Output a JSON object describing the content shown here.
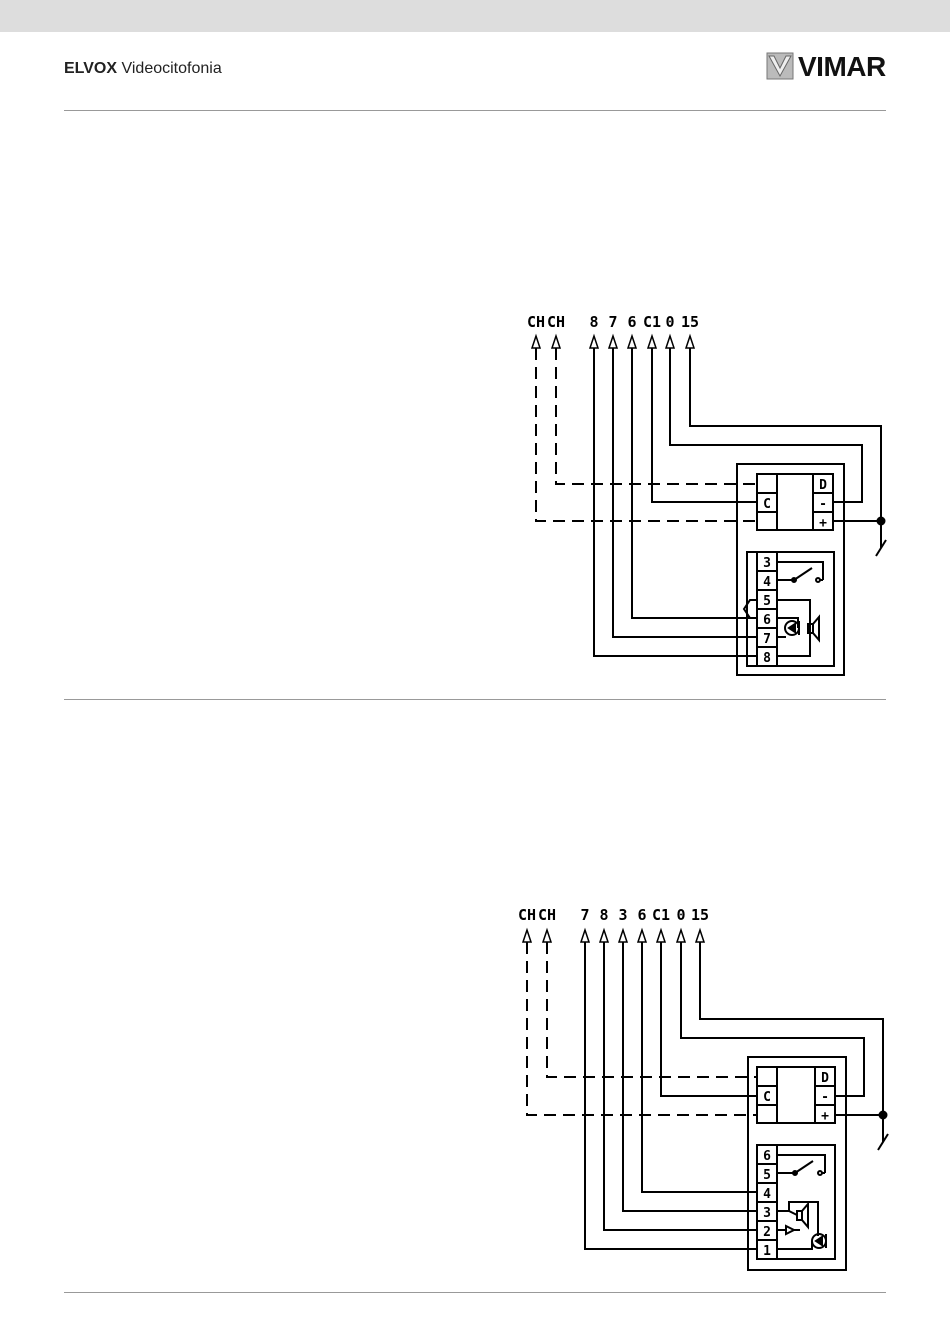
{
  "header": {
    "brand_bold": "ELVOX",
    "brand_rest": " Videocitofonia",
    "logo_text": "VIMAR"
  },
  "diagram1": {
    "terminals": [
      "CH",
      "CH",
      "8",
      "7",
      "6",
      "C1",
      "0",
      "15"
    ],
    "power_module": {
      "left": "C",
      "right": [
        "D",
        "-",
        "+"
      ]
    },
    "handset_terminals": [
      "3",
      "4",
      "5",
      "6",
      "7",
      "8"
    ]
  },
  "diagram2": {
    "terminals": [
      "CH",
      "CH",
      "7",
      "8",
      "3",
      "6",
      "C1",
      "0",
      "15"
    ],
    "power_module": {
      "left": "C",
      "right": [
        "D",
        "-",
        "+"
      ]
    },
    "handset_terminals": [
      "6",
      "5",
      "4",
      "3",
      "2",
      "1"
    ]
  }
}
